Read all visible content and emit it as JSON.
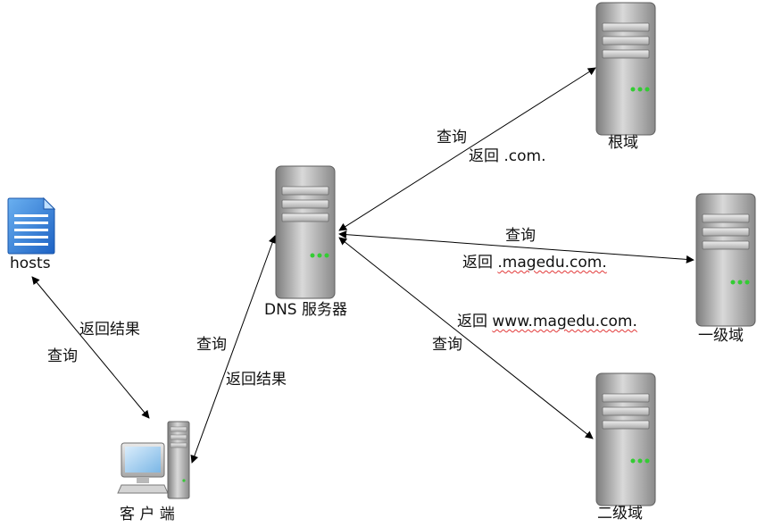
{
  "nodes": {
    "hosts": "hosts",
    "client": "客 户 端",
    "dns": "DNS 服务器",
    "root": "根域",
    "tld": "一级域",
    "sld": "二级域"
  },
  "edges": {
    "client_hosts": {
      "query": "查询",
      "reply": "返回结果"
    },
    "client_dns": {
      "query": "查询",
      "reply": "返回结果"
    },
    "dns_root": {
      "query": "查询",
      "reply_prefix": "返回",
      "reply_domain": ".com."
    },
    "dns_tld": {
      "query": "查询",
      "reply_prefix": "返回",
      "reply_domain": ".magedu.com."
    },
    "dns_sld": {
      "query": "查询",
      "reply_prefix": "返回",
      "reply_domain": "www.magedu.com."
    }
  }
}
